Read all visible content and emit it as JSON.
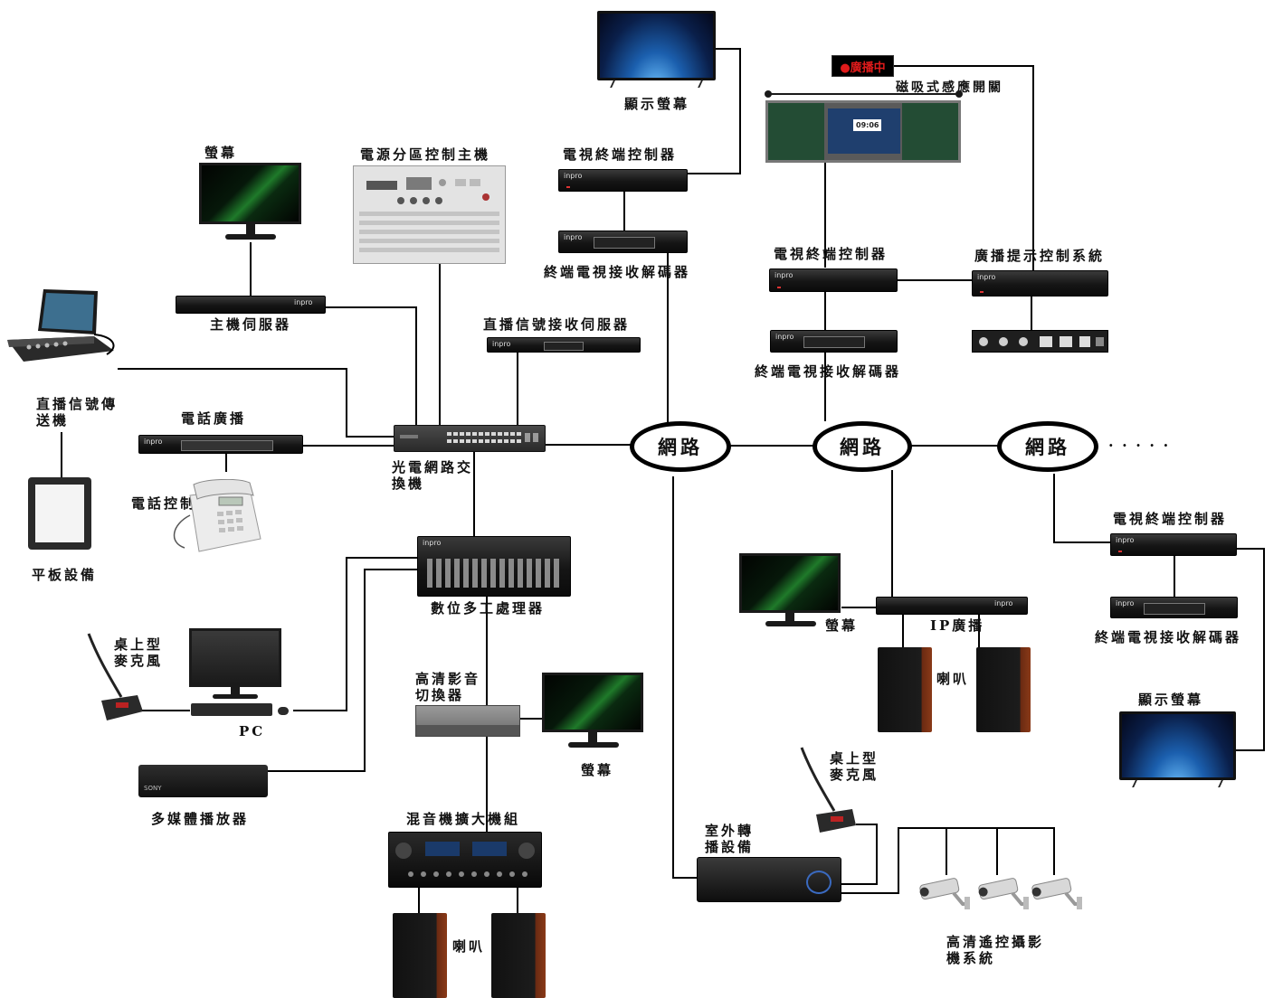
{
  "labels": {
    "display_top": "顯示螢幕",
    "monitor_top_left": "螢幕",
    "power_controller": "電源分區控制主機",
    "tv_controller_top": "電視終端控制器",
    "tv_decoder_top": "終端電視接收解碼器",
    "broadcasting_sign": "●廣播中",
    "magnetic_switch": "磁吸式感應開關",
    "tv_controller_mid": "電視終端控制器",
    "broadcast_prompt_system": "廣播提示控制系統",
    "tv_decoder_mid": "終端電視接收解碼器",
    "main_server": "主機伺服器",
    "live_signal_server": "直播信號接收伺服器",
    "live_transmitter": "直播信號傳送機",
    "phone_broadcast": "電話廣播",
    "phone_control": "電話控制",
    "fiber_switch": "光電網路交換機",
    "tablet": "平板設備",
    "network_1": "網路",
    "network_2": "網路",
    "network_3": "網路",
    "ellipsis": "· · · · ·",
    "digital_processor": "數位多工處理器",
    "desk_mic_left": "桌上型麥克風",
    "pc": "PC",
    "hd_av_switcher": "高清影音切換器",
    "monitor_mid": "螢幕",
    "media_player": "多媒體播放器",
    "mixer_amp": "混音機擴大機組",
    "speaker_bottom": "喇叭",
    "monitor_right": "螢幕",
    "ip_broadcast": "IP廣播",
    "speaker_right": "喇叭",
    "outdoor_relay": "室外轉播設備",
    "desk_mic_right": "桌上型麥克風",
    "hd_camera_system": "高清遙控攝影機系統",
    "tv_controller_right": "電視終端控制器",
    "tv_decoder_right": "終端電視接收解碼器",
    "display_right": "顯示螢幕"
  },
  "device_screen": {
    "clock": "09:06"
  },
  "colors": {
    "wire": "#000000",
    "sign_bg": "#c40000",
    "rack": "#151515"
  }
}
